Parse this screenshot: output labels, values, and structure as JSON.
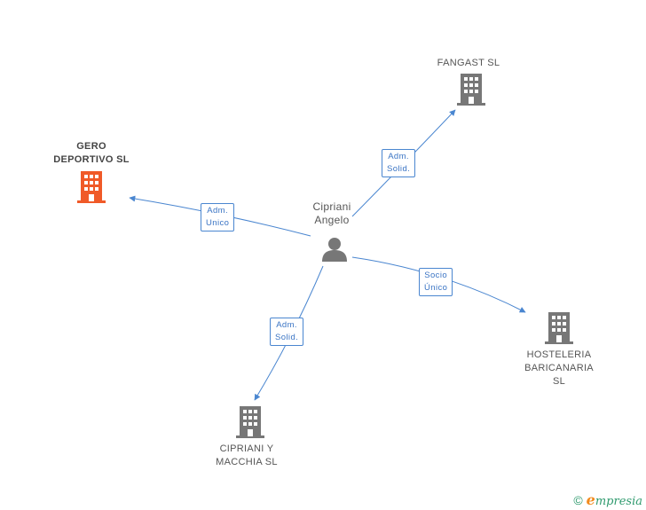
{
  "center": {
    "label": "Cipriani\nAngelo",
    "icon": "person-icon"
  },
  "companies": [
    {
      "id": "gero",
      "label": "GERO\nDEPORTIVO SL",
      "highlight": true,
      "color": "#f05a28"
    },
    {
      "id": "fangast",
      "label": "FANGAST SL",
      "highlight": false,
      "color": "#777777"
    },
    {
      "id": "hosteleria",
      "label": "HOSTELERIA\nBARICANARIA\nSL",
      "highlight": false,
      "color": "#777777"
    },
    {
      "id": "cipriani",
      "label": "CIPRIANI Y\nMACCHIA SL",
      "highlight": false,
      "color": "#777777"
    }
  ],
  "edges": [
    {
      "to": "gero",
      "label": "Adm.\nUnico"
    },
    {
      "to": "fangast",
      "label": "Adm.\nSolid."
    },
    {
      "to": "hosteleria",
      "label": "Socio\nÚnico"
    },
    {
      "to": "cipriani",
      "label": "Adm.\nSolid."
    }
  ],
  "colors": {
    "edge": "#4a86d0",
    "icon": "#777777",
    "highlight": "#f05a28"
  },
  "watermark": {
    "symbol": "©",
    "brand_initial": "e",
    "brand_rest": "mpresia"
  }
}
